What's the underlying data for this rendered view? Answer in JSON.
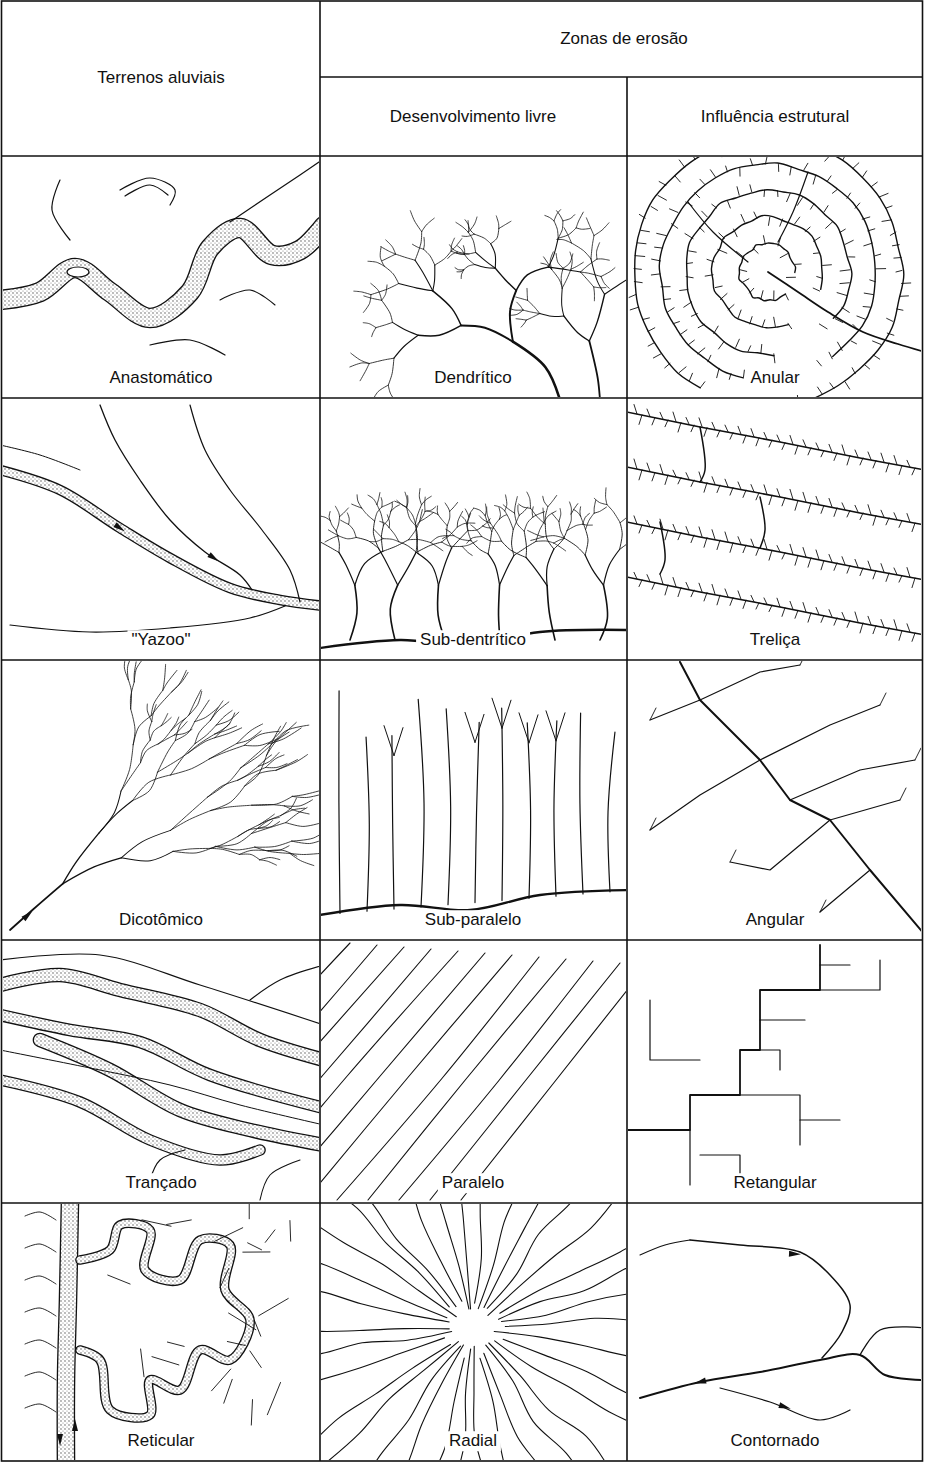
{
  "diagram": {
    "labels": [
      "Terrenos aluviais",
      "Zonas de erosão",
      "Desenvolvimento livre",
      "Influência estrutural",
      "Anastomático",
      "Dendrítico",
      "Anular",
      "\"Yazoo\"",
      "Sub-dentrítico",
      "Treliça",
      "Dicotômico",
      "Sub-paralelo",
      "Angular",
      "Trançado",
      "Paralelo",
      "Retangular",
      "Reticular",
      "Radial",
      "Contornado"
    ]
  }
}
